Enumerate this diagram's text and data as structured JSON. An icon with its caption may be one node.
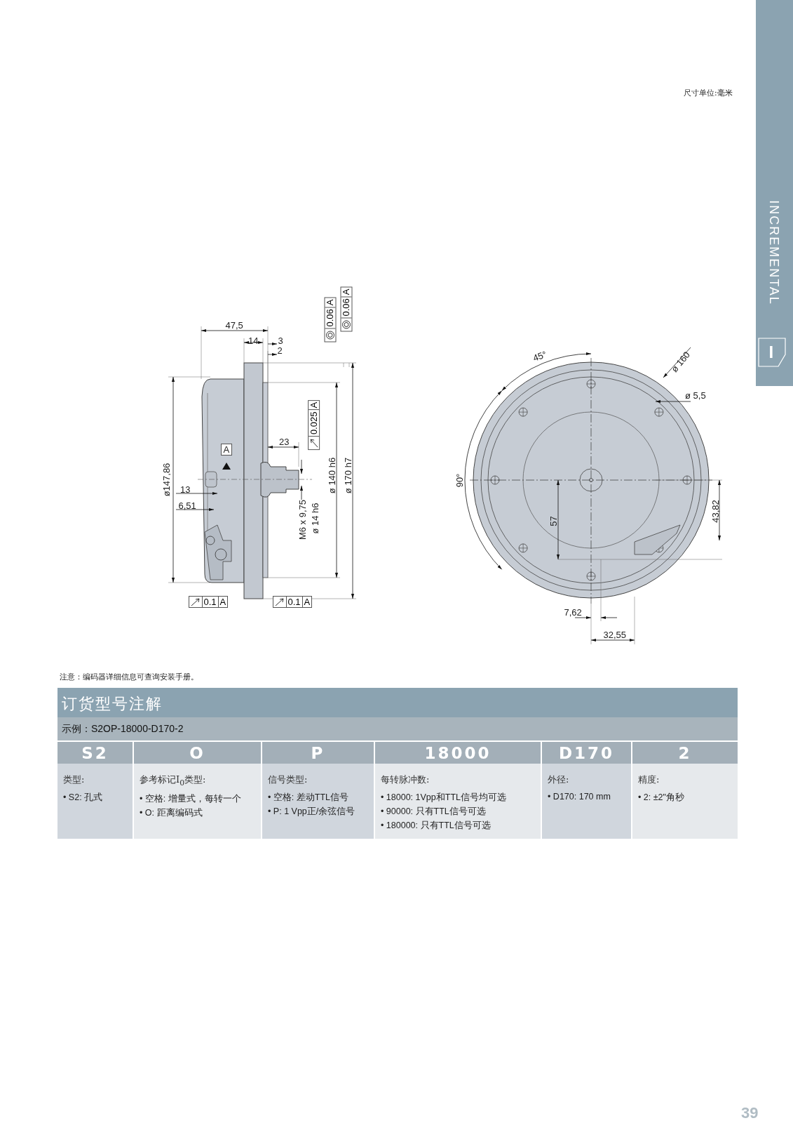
{
  "diagram": {
    "labels": [
      "尺寸单位:毫米",
      "INCREMENTAL",
      "I",
      "47,5",
      "14",
      "3",
      "2",
      "0.06",
      "A",
      "0.06",
      "A",
      "0.025",
      "A",
      "23",
      "A",
      "ø147,86",
      "13",
      "6,51",
      "M6 x 9,75",
      "ø 14 h6",
      "ø 140 h6",
      "ø 170 h7",
      "0.1",
      "A",
      "0.1",
      "A",
      "45°",
      "ø 160",
      "ø 5,5",
      "90°",
      "57",
      "43,82",
      "7,62",
      "32,55",
      "注意：编码器详细信息可查询安装手册。",
      "订货型号注解",
      "示例：S2OP-18000-D170-2",
      "S2",
      "O",
      "P",
      "18000",
      "D170",
      "2",
      "类型:",
      "• S2: 孔式",
      "参考标记I$_{0}$类型:",
      "• 空格: 增量式，每转一个",
      "• O: 距离编码式",
      "信号类型:",
      "• 空格: 差动TTL信号",
      "• P: 1 Vpp正/余弦信号",
      "每转脉冲数:",
      "• 18000: 1Vpp和TTL信号均可选",
      "• 90000: 只有TTL信号可选",
      "• 180000: 只有TTL信号可选",
      "外径:",
      "• D170: 170 mm",
      "精度:",
      "• 2: ±2\"角秒",
      "39"
    ]
  }
}
